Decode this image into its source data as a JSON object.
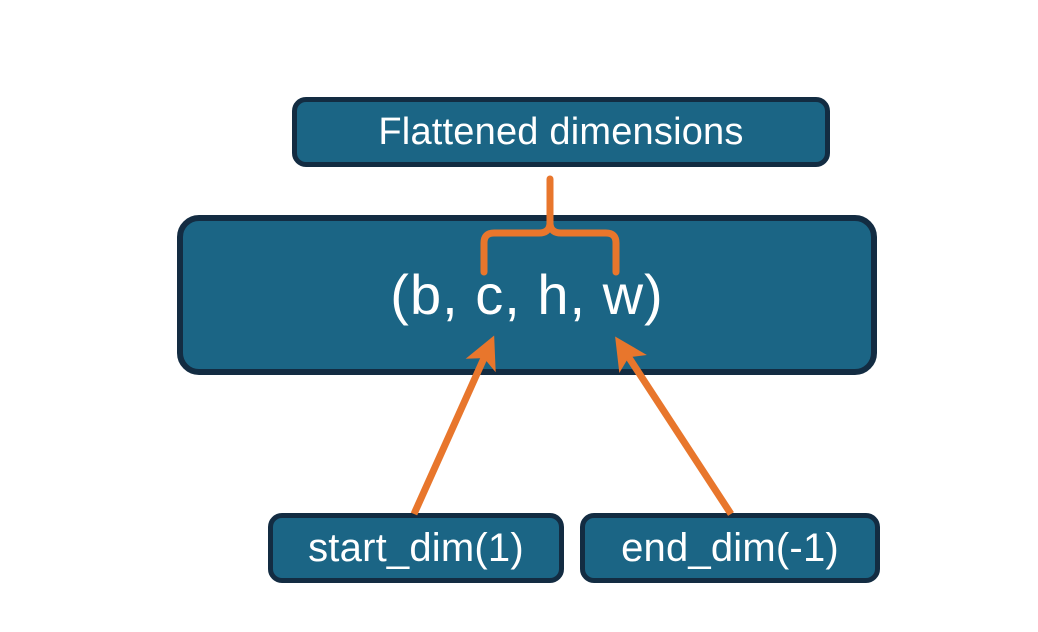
{
  "diagram": {
    "title": "Flatten start_dim and end_dim over tensor shape",
    "background_color": "#ffffff",
    "node_fill_color": "#1b6585",
    "node_border_color": "#132c42",
    "node_text_color": "#ffffff",
    "annotation_color": "#e8762c",
    "nodes": [
      {
        "id": "flattened-dimensions",
        "label": "Flattened dimensions",
        "role": "caption-box"
      },
      {
        "id": "tensor-shape",
        "label": "(b, c, h, w)",
        "role": "shape-tuple-box"
      },
      {
        "id": "start-dim",
        "label": "start_dim(1)",
        "role": "parameter-box"
      },
      {
        "id": "end-dim",
        "label": "end_dim(-1)",
        "role": "parameter-box"
      }
    ],
    "connectors": [
      {
        "id": "brace-flattened",
        "type": "curly-brace",
        "from": "flattened-dimensions",
        "to": "tensor-shape",
        "spans": "c, h, w"
      },
      {
        "id": "arrow-start-dim",
        "type": "arrow",
        "from": "start-dim",
        "to": "tensor-shape",
        "points_at": "c"
      },
      {
        "id": "arrow-end-dim",
        "type": "arrow",
        "from": "end-dim",
        "to": "tensor-shape",
        "points_at": "w"
      }
    ]
  }
}
